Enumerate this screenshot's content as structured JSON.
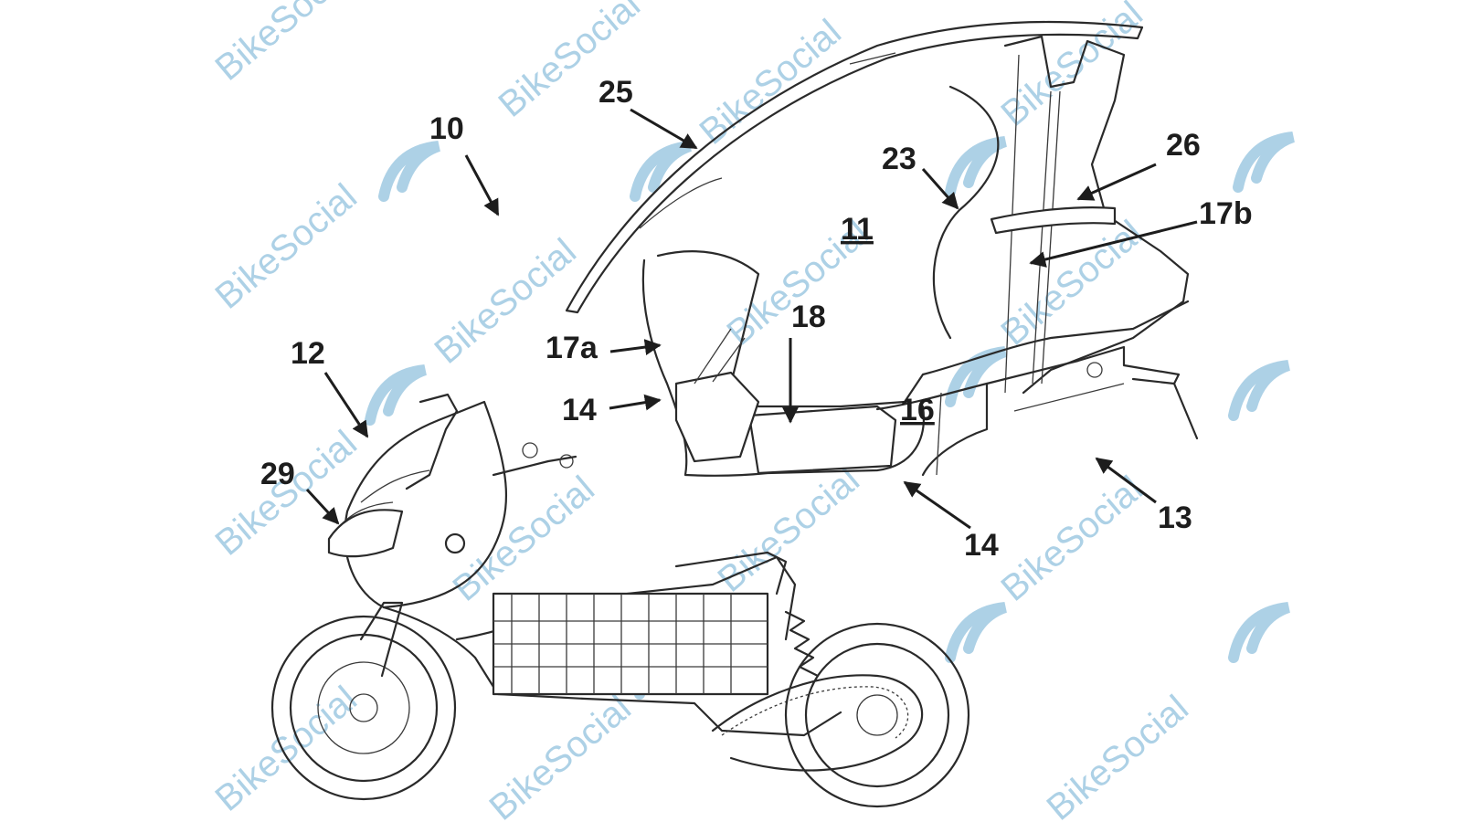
{
  "watermark": {
    "text": "BikeSocial",
    "color": "#9fc9e2"
  },
  "labels": {
    "l10": "10",
    "l11": "11",
    "l12": "12",
    "l13": "13",
    "l14a": "14",
    "l14b": "14",
    "l16": "16",
    "l17a": "17a",
    "l17b": "17b",
    "l18": "18",
    "l23": "23",
    "l25": "25",
    "l26": "26",
    "l29": "29"
  }
}
